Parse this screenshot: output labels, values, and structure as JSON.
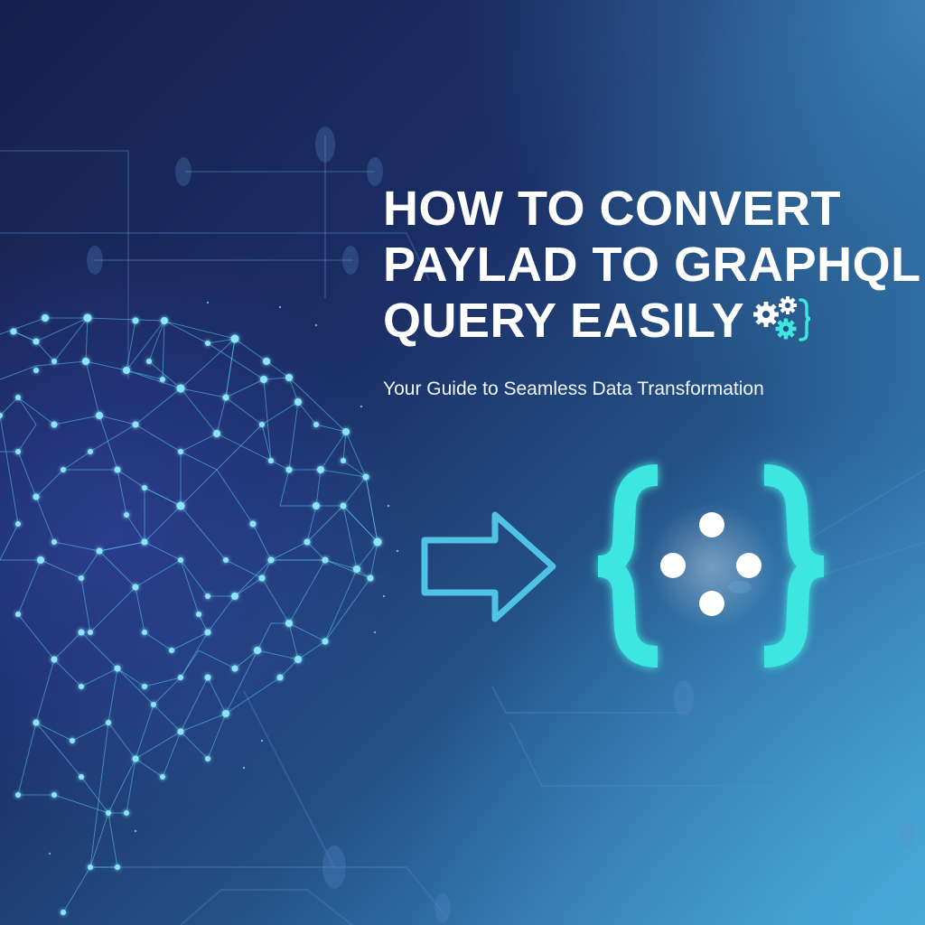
{
  "header": {
    "title_lines": [
      "HOW TO CONVERT",
      "PAYLAD TO GRAPHQL",
      "QUERY EASILY"
    ],
    "subtitle": "Your Guide to Seamless Data Transformation"
  },
  "icons": {
    "title_icon": "gears-with-curly-brace-icon",
    "brain": "neural-network-brain-icon",
    "arrow": "right-arrow-outline-icon",
    "graphql": "curly-braces-with-dots-icon"
  },
  "colors": {
    "background_dark": "#16204f",
    "background_light": "#4aa9da",
    "accent_teal": "#3ee6e0",
    "arrow_outline": "#4fc3e6",
    "network_node": "#7fe0ff",
    "text": "#ffffff"
  }
}
